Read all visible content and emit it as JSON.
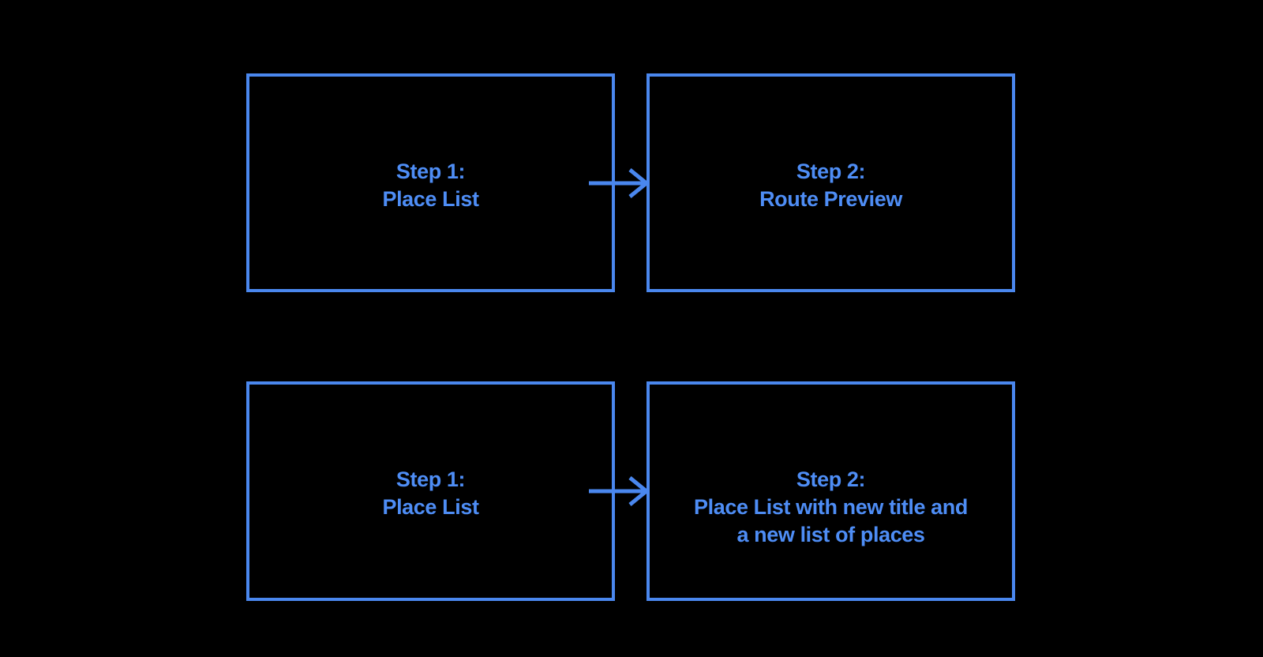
{
  "colors": {
    "background": "#000000",
    "stroke": "#4a87ee",
    "text": "#4e8df5"
  },
  "diagram": {
    "boxes": [
      {
        "id": "top-left",
        "lines": [
          "Step 1:",
          "Place List"
        ]
      },
      {
        "id": "top-right",
        "lines": [
          "Step 2:",
          "Route Preview"
        ]
      },
      {
        "id": "bottom-left",
        "lines": [
          "Step 1:",
          "Place List"
        ]
      },
      {
        "id": "bottom-right",
        "lines": [
          "Step 2:",
          "Place List with new title and",
          "a new list of places"
        ]
      }
    ],
    "arrows": [
      {
        "from": "top-left",
        "to": "top-right",
        "direction": "right"
      },
      {
        "from": "bottom-left",
        "to": "bottom-right",
        "direction": "right"
      }
    ]
  }
}
